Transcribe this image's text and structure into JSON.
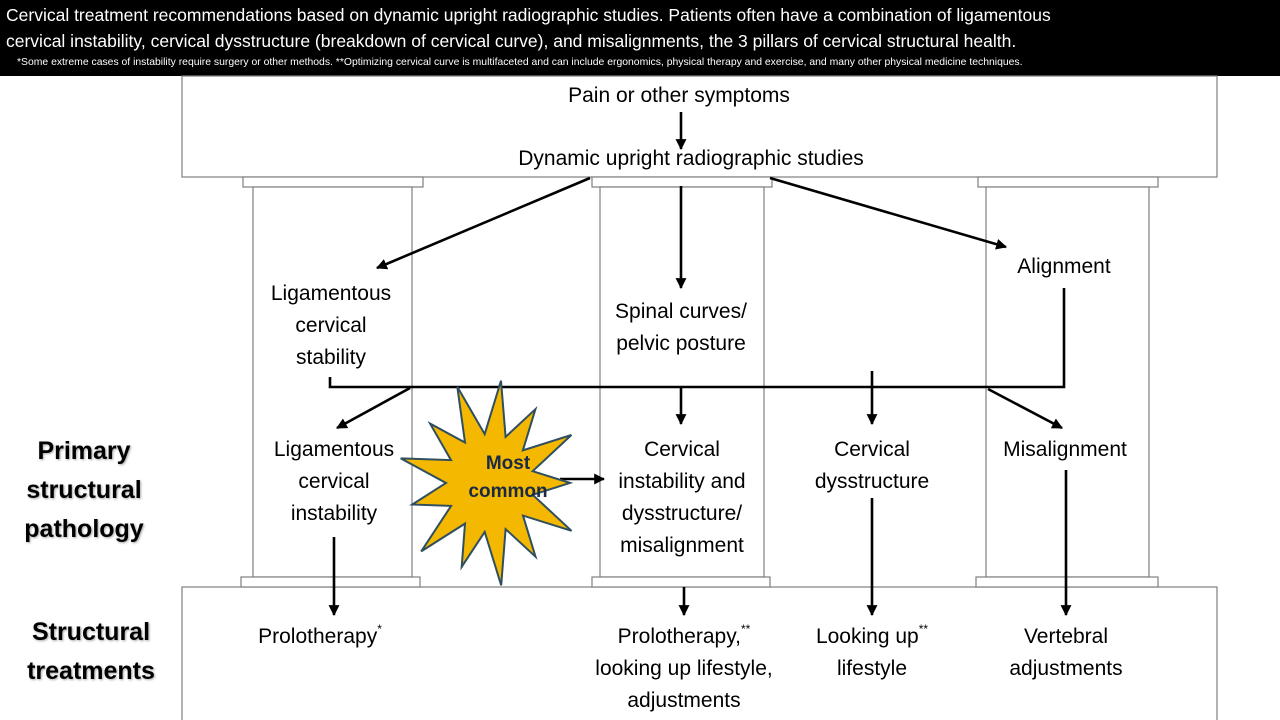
{
  "header": {
    "line1": "Cervical treatment recommendations based on dynamic upright radiographic studies. Patients often have a combination of ligamentous",
    "line2": "cervical instability, cervical dysstructure (breakdown of cervical curve), and misalignments, the 3 pillars of cervical structural health.",
    "footnote": "*Some extreme cases of instability require surgery or other methods. **Optimizing cervical curve is multifaceted and can include ergonomics, physical therapy and exercise, and many other physical medicine techniques."
  },
  "top": {
    "symptoms": "Pain or other symptoms",
    "studies": "Dynamic upright radiographic studies"
  },
  "assessments": {
    "ligamentous": [
      "Ligamentous",
      "cervical",
      "stability"
    ],
    "curves": [
      "Spinal curves/",
      "pelvic posture"
    ],
    "alignment": "Alignment"
  },
  "side_labels": {
    "primary": [
      "Primary",
      "structural",
      "pathology"
    ],
    "treatments": [
      "Structural",
      "treatments"
    ]
  },
  "pathology": {
    "ligamentous": [
      "Ligamentous",
      "cervical",
      "instability"
    ],
    "combined": [
      "Cervical",
      "instability and",
      "dysstructure/",
      "misalignment"
    ],
    "dysstructure": [
      "Cervical",
      "dysstructure"
    ],
    "misalignment": "Misalignment"
  },
  "starburst": {
    "label": [
      "Most",
      "common"
    ],
    "fill": "#f5b800",
    "stroke": "#2f4f5f"
  },
  "treatments": {
    "prolotherapy": "Prolotherapy",
    "prolotherapy_mark": "*",
    "combined": [
      "Prolotherapy,",
      "looking up lifestyle,",
      "adjustments"
    ],
    "combined_mark": "**",
    "looking_up": [
      "Looking up",
      "lifestyle"
    ],
    "looking_up_mark": "**",
    "vertebral": [
      "Vertebral",
      "adjustments"
    ]
  }
}
